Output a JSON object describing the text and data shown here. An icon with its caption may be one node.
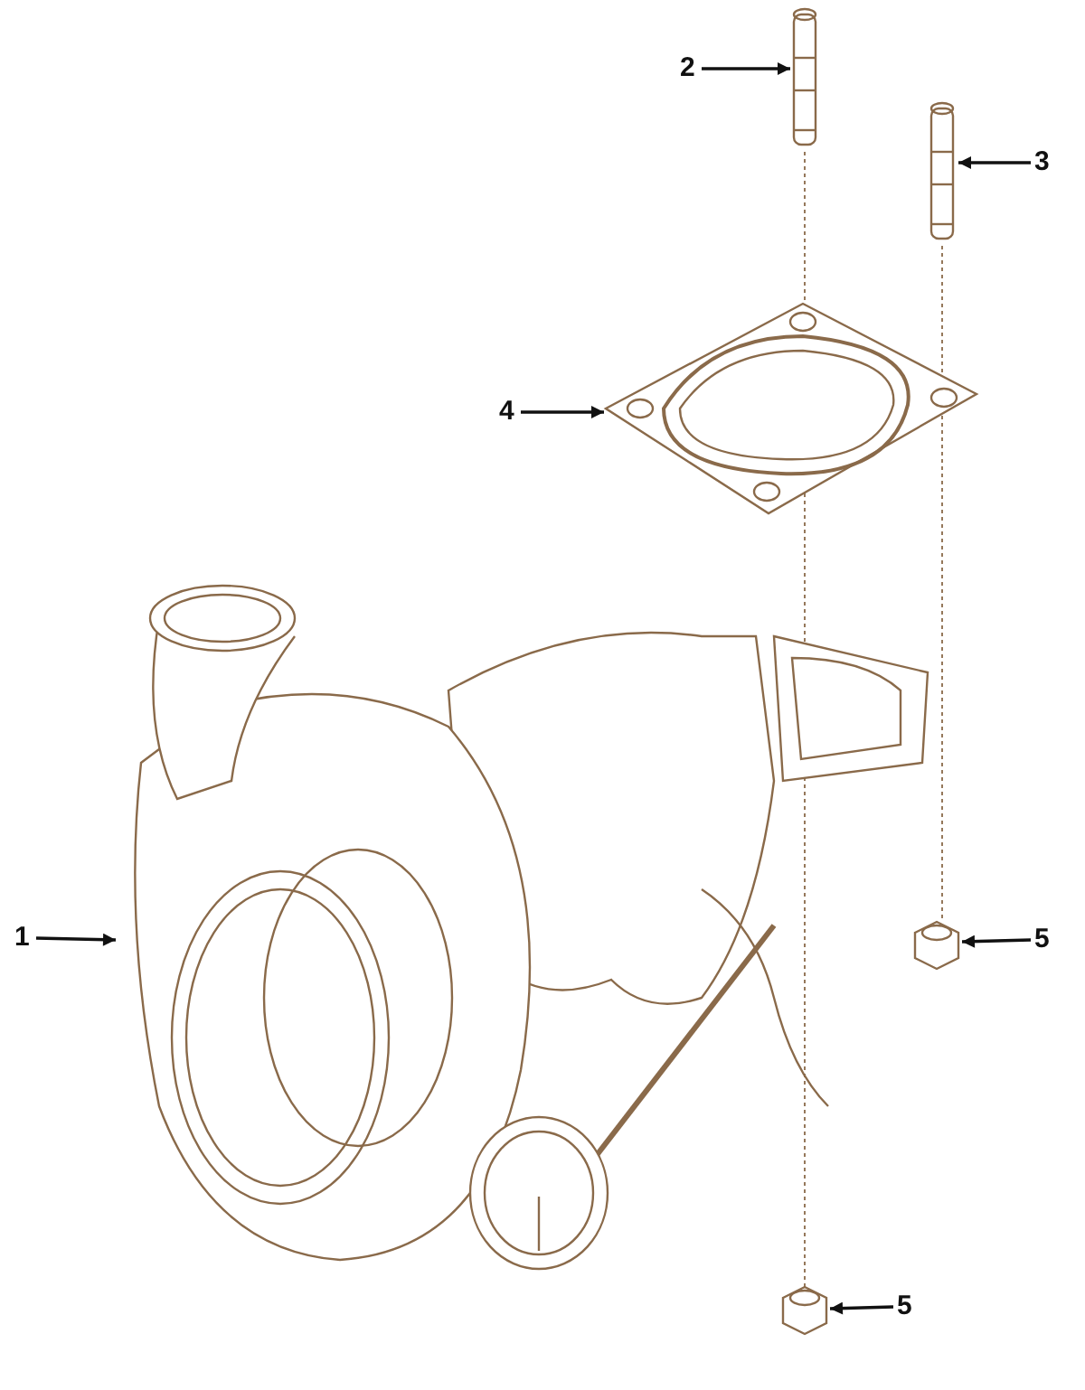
{
  "diagram": {
    "nodes": [
      {
        "text": [
          "2"
        ]
      },
      {
        "text": [],
        "shape": "picture"
      },
      {
        "text": [
          "3"
        ]
      },
      {
        "text": [],
        "shape": "picture"
      },
      {
        "text": [
          "4"
        ]
      },
      {
        "text": [],
        "shape": "picture"
      },
      {
        "text": [
          "1"
        ]
      },
      {
        "text": [],
        "shape": "picture"
      },
      {
        "text": [
          "5"
        ]
      },
      {
        "text": [],
        "shape": "picture"
      },
      {
        "text": [
          "5"
        ]
      },
      {
        "text": [],
        "shape": "picture"
      }
    ],
    "edges": [
      {
        "from": 0,
        "to": 1,
        "arrow": "to"
      },
      {
        "from": 2,
        "to": 3,
        "arrow": "to"
      },
      {
        "from": 4,
        "to": 5,
        "arrow": "to"
      },
      {
        "from": 6,
        "to": 7,
        "arrow": "to"
      },
      {
        "from": 8,
        "to": 9,
        "arrow": "to"
      },
      {
        "from": 10,
        "to": 11,
        "arrow": "to"
      },
      {
        "from": 1,
        "to": 5,
        "arrow": "none",
        "style": "dashed",
        "color": "#8a6a4a"
      },
      {
        "from": 5,
        "to": 7,
        "arrow": "none",
        "style": "dashed",
        "color": "#8a6a4a"
      },
      {
        "from": 7,
        "to": 11,
        "arrow": "none",
        "style": "dashed",
        "color": "#8a6a4a"
      },
      {
        "from": 3,
        "to": 5,
        "arrow": "none",
        "style": "dashed",
        "color": "#8a6a4a"
      },
      {
        "from": 5,
        "to": 9,
        "arrow": "none",
        "style": "dashed",
        "color": "#8a6a4a"
      }
    ]
  }
}
